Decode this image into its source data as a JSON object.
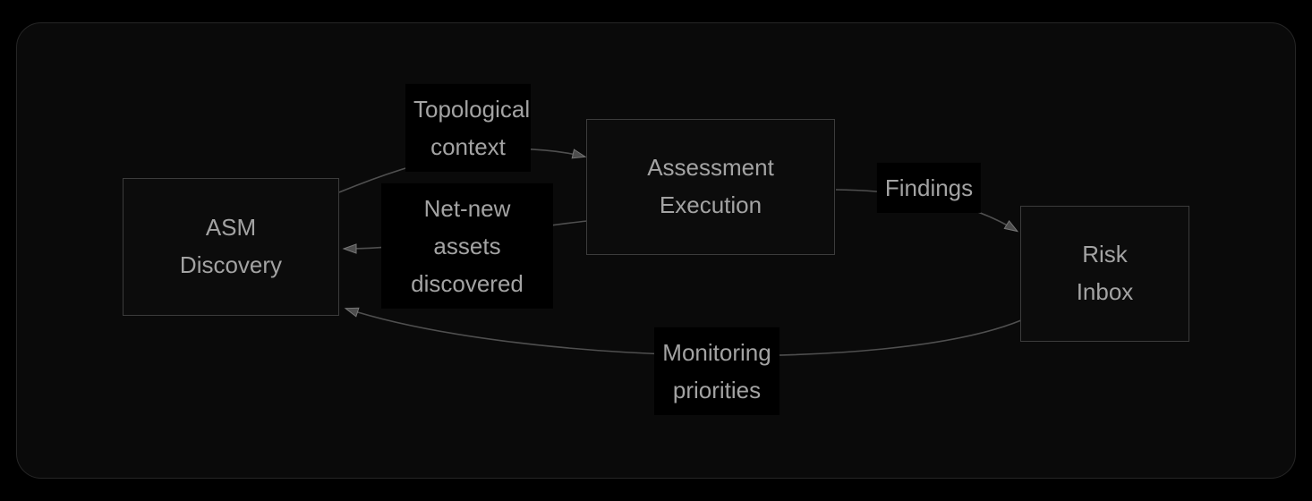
{
  "diagram": {
    "type": "flowchart",
    "nodes": [
      {
        "id": "asm-discovery",
        "label": "ASM Discovery"
      },
      {
        "id": "assessment-execution",
        "label": "Assessment Execution"
      },
      {
        "id": "risk-inbox",
        "label": "Risk Inbox"
      }
    ],
    "edges": [
      {
        "from": "asm-discovery",
        "to": "assessment-execution",
        "label": "Topological context"
      },
      {
        "from": "assessment-execution",
        "to": "asm-discovery",
        "label": "Net-new assets discovered"
      },
      {
        "from": "assessment-execution",
        "to": "risk-inbox",
        "label": "Findings"
      },
      {
        "from": "risk-inbox",
        "to": "asm-discovery",
        "label": "Monitoring priorities"
      }
    ]
  },
  "colors": {
    "bg": "#000000",
    "canvas-bg": "#0a0a0a",
    "canvas-border": "#262626",
    "node-border": "#3c3c3c",
    "node-fill": "#0c0c0c",
    "edge": "#4f4f4f",
    "arrow-fill": "#4d4d4d",
    "arrow-stroke": "#767676",
    "label-bg": "#000000",
    "text": "#a3a3a3"
  }
}
